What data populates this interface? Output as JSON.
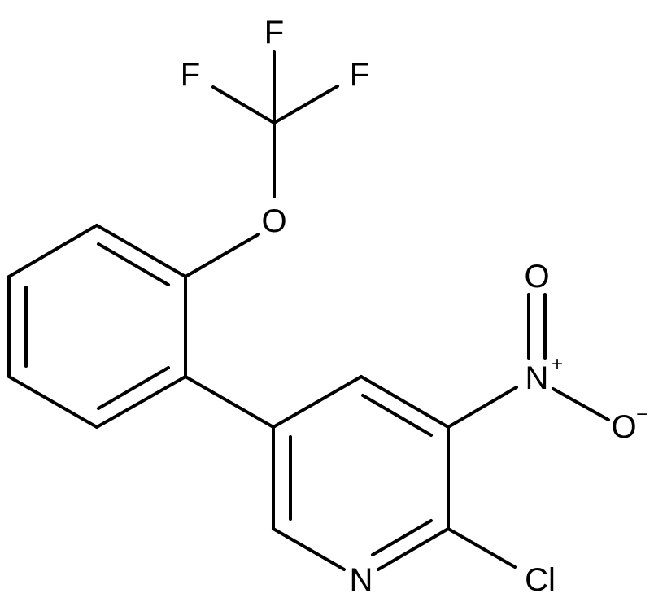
{
  "molecule": {
    "atoms": {
      "F_top": "F",
      "F_left": "F",
      "F_right": "F",
      "O_ether": "O",
      "O_nitro": "O",
      "N_nitro": "N",
      "N_nitro_charge": "+",
      "O_minus": "O",
      "O_minus_charge": "−",
      "N_ring": "N",
      "Cl": "Cl"
    }
  }
}
